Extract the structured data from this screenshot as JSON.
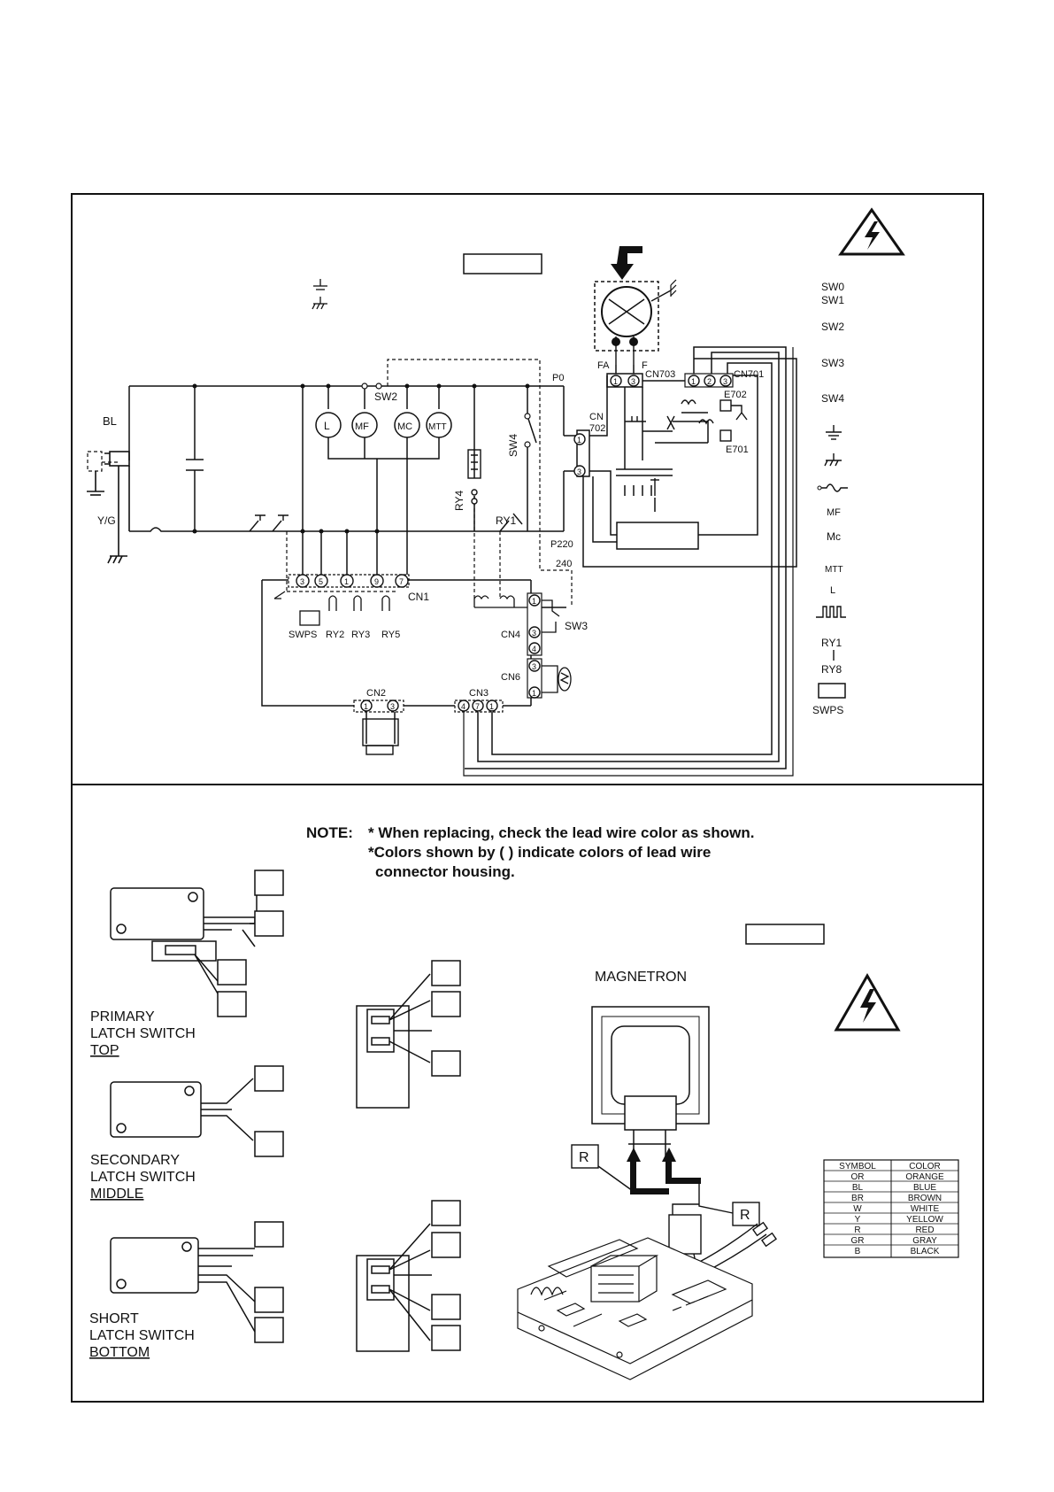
{
  "note": {
    "label": "NOTE:",
    "line1": "* When replacing, check the lead wire color as shown.",
    "line2": "*Colors shown by ( ) indicate colors of lead wire",
    "line3": "connector housing."
  },
  "schematic": {
    "nodes": {
      "BL": "BL",
      "YG": "Y/G",
      "SW2": "SW2",
      "SW4": "SW4",
      "RY4": "RY4",
      "RY1": "RY1",
      "P0": "P0",
      "P220": "P220",
      "P240": "240",
      "CN": "CN",
      "CN702": "702",
      "FA": "FA",
      "F": "F",
      "CN703": "CN703",
      "CN701": "CN701",
      "E702": "E702",
      "E701": "E701",
      "CN1": "CN1",
      "CN2": "CN2",
      "CN3": "CN3",
      "CN4": "CN4",
      "CN6": "CN6",
      "SW3": "SW3",
      "SWPS": "SWPS",
      "RY2": "RY2",
      "RY3": "RY3",
      "RY5": "RY5"
    },
    "motors": [
      "L",
      "MF",
      "MC",
      "MTT"
    ],
    "cn1_pins": [
      "3",
      "5",
      "1",
      "9",
      "7"
    ],
    "cn701_pins": [
      "1",
      "2",
      "3"
    ],
    "cn703_pins": [
      "1",
      "3"
    ],
    "cn702_pins": [
      "1",
      "3"
    ],
    "cn4_pins": [
      "1",
      "3",
      "4"
    ],
    "cn6_pins": [
      "3",
      "1"
    ],
    "cn2_pins": [
      "1",
      "3"
    ],
    "cn3_pins": [
      "4",
      "7",
      "1"
    ]
  },
  "legend": [
    "SW0",
    "SW1",
    "SW2",
    "SW3",
    "SW4",
    "MF",
    "Mc",
    "MTT",
    "L",
    "RY1",
    "RY8",
    "SWPS"
  ],
  "switches": {
    "primary": [
      "PRIMARY",
      "LATCH SWITCH",
      "TOP"
    ],
    "secondary": [
      "SECONDARY",
      "LATCH SWITCH",
      "MIDDLE"
    ],
    "short": [
      "SHORT",
      "LATCH SWITCH",
      "BOTTOM"
    ]
  },
  "magnetron": {
    "title": "MAGNETRON",
    "lead_left": "R",
    "lead_right": "R"
  },
  "color_table": {
    "headers": [
      "SYMBOL",
      "COLOR"
    ],
    "rows": [
      [
        "OR",
        "ORANGE"
      ],
      [
        "BL",
        "BLUE"
      ],
      [
        "BR",
        "BROWN"
      ],
      [
        "W",
        "WHITE"
      ],
      [
        "Y",
        "YELLOW"
      ],
      [
        "R",
        "RED"
      ],
      [
        "GR",
        "GRAY"
      ],
      [
        "B",
        "BLACK"
      ]
    ]
  }
}
